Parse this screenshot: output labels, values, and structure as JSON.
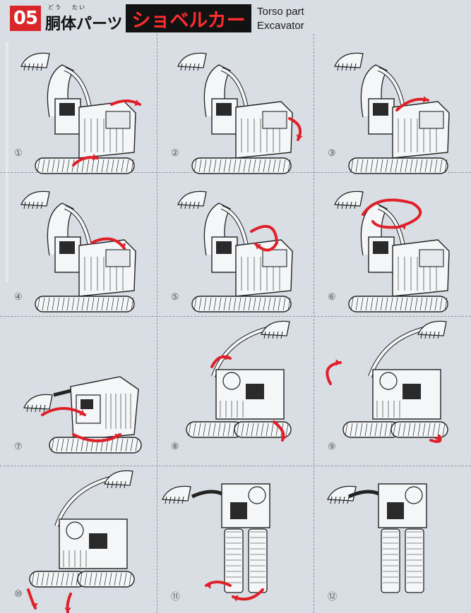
{
  "header": {
    "step_number": "05",
    "ruby_left": "どう",
    "ruby_right": "たい",
    "jp_part": "胴体パーツ",
    "vehicle_name": "ショベルカー",
    "en_line1": "Torso part",
    "en_line2": "Excavator"
  },
  "steps": [
    {
      "label": "①",
      "pose": "excavator"
    },
    {
      "label": "②",
      "pose": "excavator"
    },
    {
      "label": "③",
      "pose": "excavator"
    },
    {
      "label": "④",
      "pose": "excavator"
    },
    {
      "label": "⑤",
      "pose": "excavator"
    },
    {
      "label": "⑥",
      "pose": "excavator"
    },
    {
      "label": "⑦",
      "pose": "folding"
    },
    {
      "label": "⑧",
      "pose": "rising"
    },
    {
      "label": "⑨",
      "pose": "rising"
    },
    {
      "label": "⑩",
      "pose": "rising"
    },
    {
      "label": "⑪",
      "pose": "robot"
    },
    {
      "label": "⑫",
      "pose": "robot"
    }
  ],
  "colors": {
    "arrow": "#e02028",
    "line": "#222222",
    "paper": "#d9dee4",
    "accent_red": "#d8262b"
  },
  "icons": [
    "curved-arrow-icon"
  ]
}
